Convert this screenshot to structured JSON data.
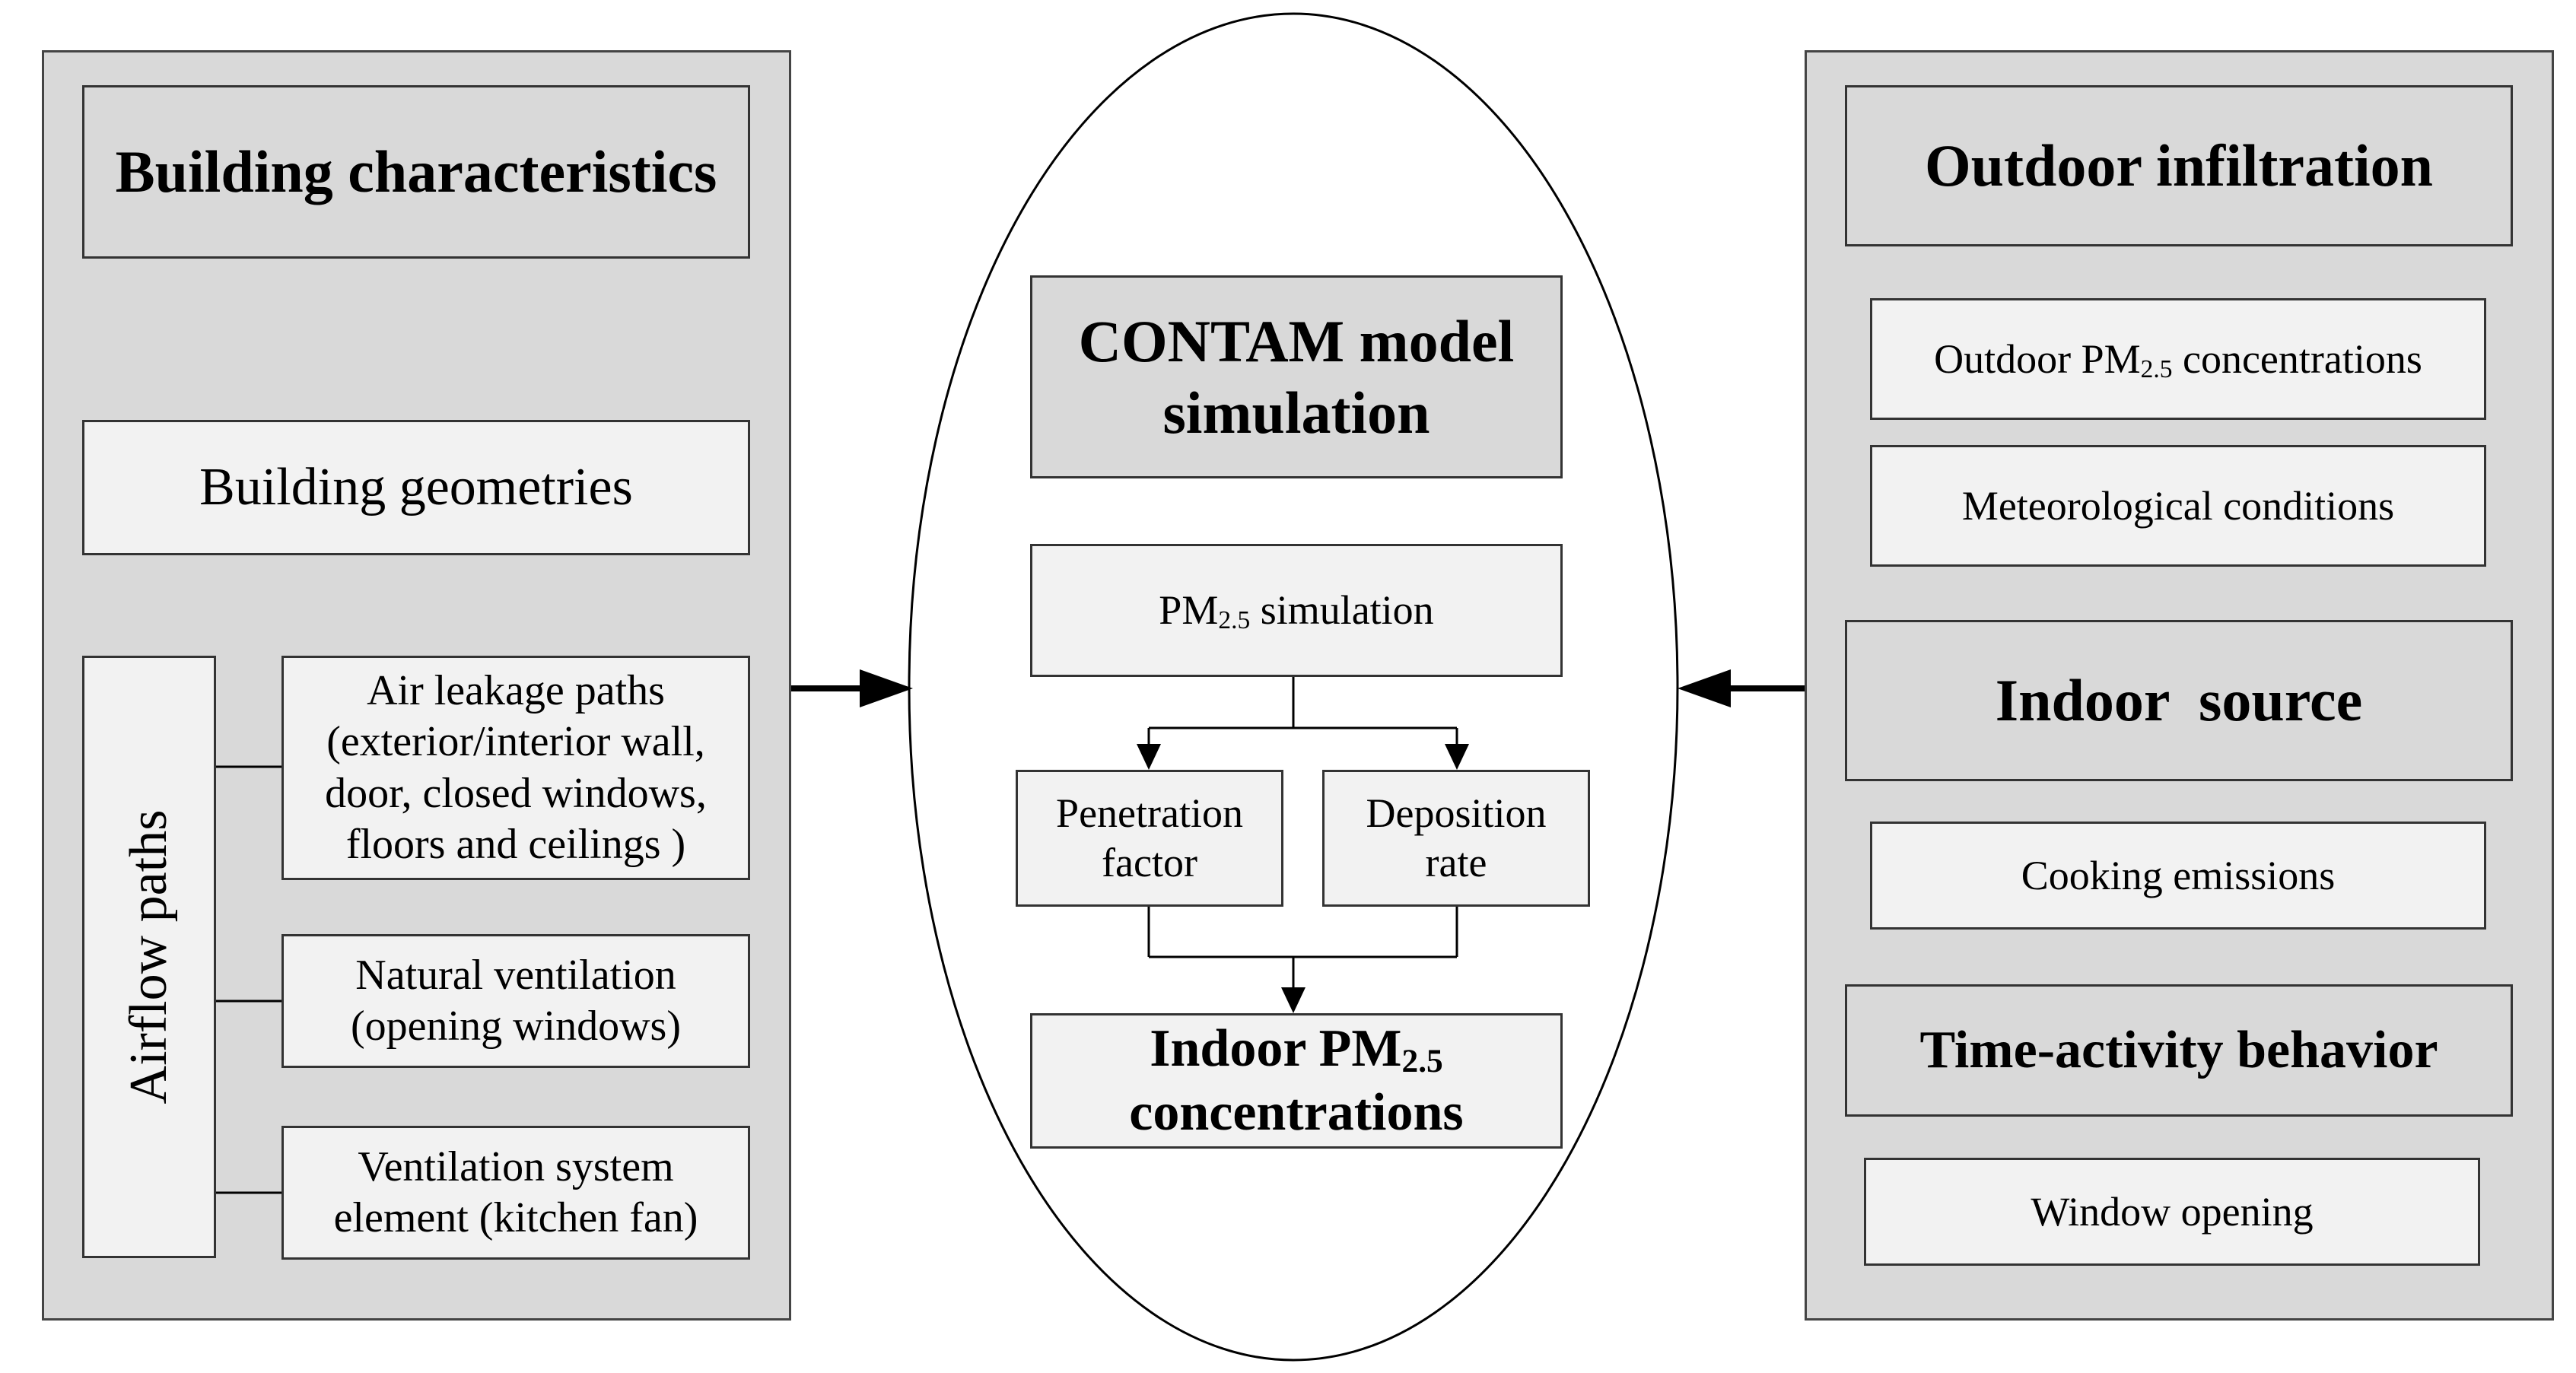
{
  "left_panel": {
    "title": "Building characteristics",
    "geometries": "Building geometries",
    "airflow_title": "Airflow paths",
    "airflow_items": [
      "Air leakage paths (exterior/interior wall, door, closed windows, floors and ceilings )",
      "Natural ventilation (opening windows)",
      "Ventilation system element (kitchen fan)"
    ]
  },
  "center": {
    "title": "CONTAM model simulation",
    "sim_prefix": "PM",
    "sim_sub": "2.5",
    "sim_suffix": " simulation",
    "penetration": "Penetration factor",
    "deposition": "Deposition rate",
    "result_prefix": "Indoor PM",
    "result_sub": "2.5",
    "result_suffix": "concentrations"
  },
  "right_panel": {
    "outdoor_title": "Outdoor infiltration",
    "outdoor_conc_prefix": "Outdoor PM",
    "outdoor_conc_sub": "2.5",
    "outdoor_conc_suffix": " concentrations",
    "meteorological": "Meteorological conditions",
    "indoor_title": "Indoor  source",
    "cooking": "Cooking emissions",
    "behavior_title": "Time-activity behavior",
    "window": "Window opening"
  }
}
